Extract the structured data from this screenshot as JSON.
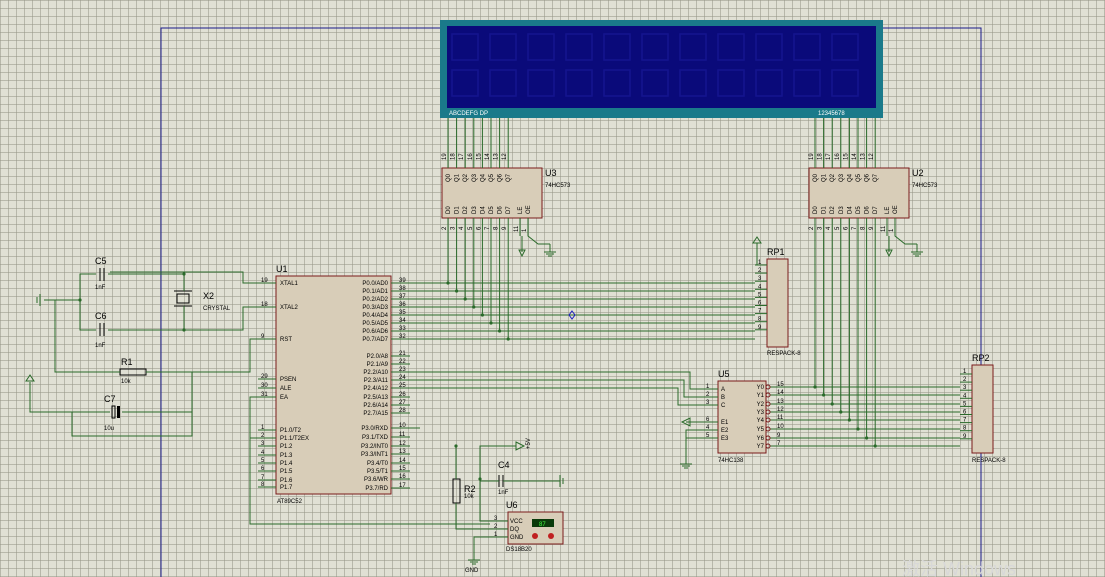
{
  "lcd": {
    "left_label": "ABCDEFG DP",
    "right_label": "12345678"
  },
  "u3": {
    "ref": "U3",
    "part": "74HC573",
    "top_pins": [
      "19",
      "18",
      "17",
      "16",
      "15",
      "14",
      "13",
      "12"
    ],
    "top_names": [
      "Q0",
      "Q1",
      "Q2",
      "Q3",
      "Q4",
      "Q5",
      "Q6",
      "Q7"
    ],
    "bot_names": [
      "D0",
      "D1",
      "D2",
      "D3",
      "D4",
      "D5",
      "D6",
      "D7"
    ],
    "bot_pins": [
      "2",
      "3",
      "4",
      "5",
      "6",
      "7",
      "8",
      "9"
    ],
    "ctrl": [
      "LE",
      "OE"
    ],
    "ctrl_pins": [
      "11",
      "1"
    ]
  },
  "u2": {
    "ref": "U2",
    "part": "74HC573",
    "top_pins": [
      "19",
      "18",
      "17",
      "16",
      "15",
      "14",
      "13",
      "12"
    ],
    "top_names": [
      "Q0",
      "Q1",
      "Q2",
      "Q3",
      "Q4",
      "Q5",
      "Q6",
      "Q7"
    ],
    "bot_names": [
      "D0",
      "D1",
      "D2",
      "D3",
      "D4",
      "D5",
      "D6",
      "D7"
    ],
    "bot_pins": [
      "2",
      "3",
      "4",
      "5",
      "6",
      "7",
      "8",
      "9"
    ],
    "ctrl": [
      "LE",
      "OE"
    ],
    "ctrl_pins": [
      "11",
      "1"
    ]
  },
  "u1": {
    "ref": "U1",
    "part": "AT89C52",
    "left": [
      {
        "pin": "19",
        "name": "XTAL1"
      },
      {
        "pin": "18",
        "name": "XTAL2"
      },
      {
        "pin": "9",
        "name": "RST"
      },
      {
        "pin": "29",
        "name": "PSEN"
      },
      {
        "pin": "30",
        "name": "ALE"
      },
      {
        "pin": "31",
        "name": "EA"
      },
      {
        "pin": "1",
        "name": "P1.0/T2"
      },
      {
        "pin": "2",
        "name": "P1.1/T2EX"
      },
      {
        "pin": "3",
        "name": "P1.2"
      },
      {
        "pin": "4",
        "name": "P1.3"
      },
      {
        "pin": "5",
        "name": "P1.4"
      },
      {
        "pin": "6",
        "name": "P1.5"
      },
      {
        "pin": "7",
        "name": "P1.6"
      },
      {
        "pin": "8",
        "name": "P1.7"
      }
    ],
    "right": [
      {
        "pin": "39",
        "name": "P0.0/AD0"
      },
      {
        "pin": "38",
        "name": "P0.1/AD1"
      },
      {
        "pin": "37",
        "name": "P0.2/AD2"
      },
      {
        "pin": "36",
        "name": "P0.3/AD3"
      },
      {
        "pin": "35",
        "name": "P0.4/AD4"
      },
      {
        "pin": "34",
        "name": "P0.5/AD5"
      },
      {
        "pin": "33",
        "name": "P0.6/AD6"
      },
      {
        "pin": "32",
        "name": "P0.7/AD7"
      },
      {
        "pin": "21",
        "name": "P2.0/A8"
      },
      {
        "pin": "22",
        "name": "P2.1/A9"
      },
      {
        "pin": "23",
        "name": "P2.2/A10"
      },
      {
        "pin": "24",
        "name": "P2.3/A11"
      },
      {
        "pin": "25",
        "name": "P2.4/A12"
      },
      {
        "pin": "26",
        "name": "P2.5/A13"
      },
      {
        "pin": "27",
        "name": "P2.6/A14"
      },
      {
        "pin": "28",
        "name": "P2.7/A15"
      },
      {
        "pin": "10",
        "name": "P3.0/RXD"
      },
      {
        "pin": "11",
        "name": "P3.1/TXD"
      },
      {
        "pin": "12",
        "name": "P3.2/INT0"
      },
      {
        "pin": "13",
        "name": "P3.3/INT1"
      },
      {
        "pin": "14",
        "name": "P3.4/T0"
      },
      {
        "pin": "15",
        "name": "P3.5/T1"
      },
      {
        "pin": "16",
        "name": "P3.6/WR"
      },
      {
        "pin": "17",
        "name": "P3.7/RD"
      }
    ]
  },
  "u5": {
    "ref": "U5",
    "part": "74HC138",
    "left": [
      {
        "pin": "1",
        "name": "A"
      },
      {
        "pin": "2",
        "name": "B"
      },
      {
        "pin": "3",
        "name": "C"
      },
      {
        "pin": "6",
        "name": "E1"
      },
      {
        "pin": "4",
        "name": "E2"
      },
      {
        "pin": "5",
        "name": "E3"
      }
    ],
    "right": [
      {
        "pin": "15",
        "name": "Y0"
      },
      {
        "pin": "14",
        "name": "Y1"
      },
      {
        "pin": "13",
        "name": "Y2"
      },
      {
        "pin": "12",
        "name": "Y3"
      },
      {
        "pin": "11",
        "name": "Y4"
      },
      {
        "pin": "10",
        "name": "Y5"
      },
      {
        "pin": "9",
        "name": "Y6"
      },
      {
        "pin": "7",
        "name": "Y7"
      }
    ]
  },
  "u6": {
    "ref": "U6",
    "part": "DS18B20",
    "pins": [
      {
        "pin": "3",
        "name": "VCC"
      },
      {
        "pin": "2",
        "name": "DQ"
      },
      {
        "pin": "1",
        "name": "GND"
      }
    ],
    "display": "87"
  },
  "rp1": {
    "ref": "RP1",
    "part": "RESPACK-8",
    "pins": [
      "1",
      "2",
      "3",
      "4",
      "5",
      "6",
      "7",
      "8",
      "9"
    ]
  },
  "rp2": {
    "ref": "RP2",
    "part": "RESPACK-8",
    "pins": [
      "1",
      "2",
      "3",
      "4",
      "5",
      "6",
      "7",
      "8",
      "9"
    ]
  },
  "c5": {
    "ref": "C5",
    "value": "1nF"
  },
  "c6": {
    "ref": "C6",
    "value": "1nF"
  },
  "c4": {
    "ref": "C4",
    "value": "1nF"
  },
  "c7": {
    "ref": "C7",
    "value": "10u"
  },
  "x2": {
    "ref": "X2",
    "value": "CRYSTAL"
  },
  "r1": {
    "ref": "R1",
    "value": "10k"
  },
  "r2": {
    "ref": "R2",
    "value": "10k"
  },
  "power": {
    "vcc_label": "+5V",
    "gnd_label": "GND"
  },
  "watermark": "激活 Windows",
  "colors": {
    "lcd_bg": "#0a0a7a",
    "lcd_frame": "#1a7a8a",
    "chip": "#d8cdb8",
    "wire": "#2a6a2a",
    "outline": "#7a1a1a",
    "frame": "#1a1a8a"
  }
}
